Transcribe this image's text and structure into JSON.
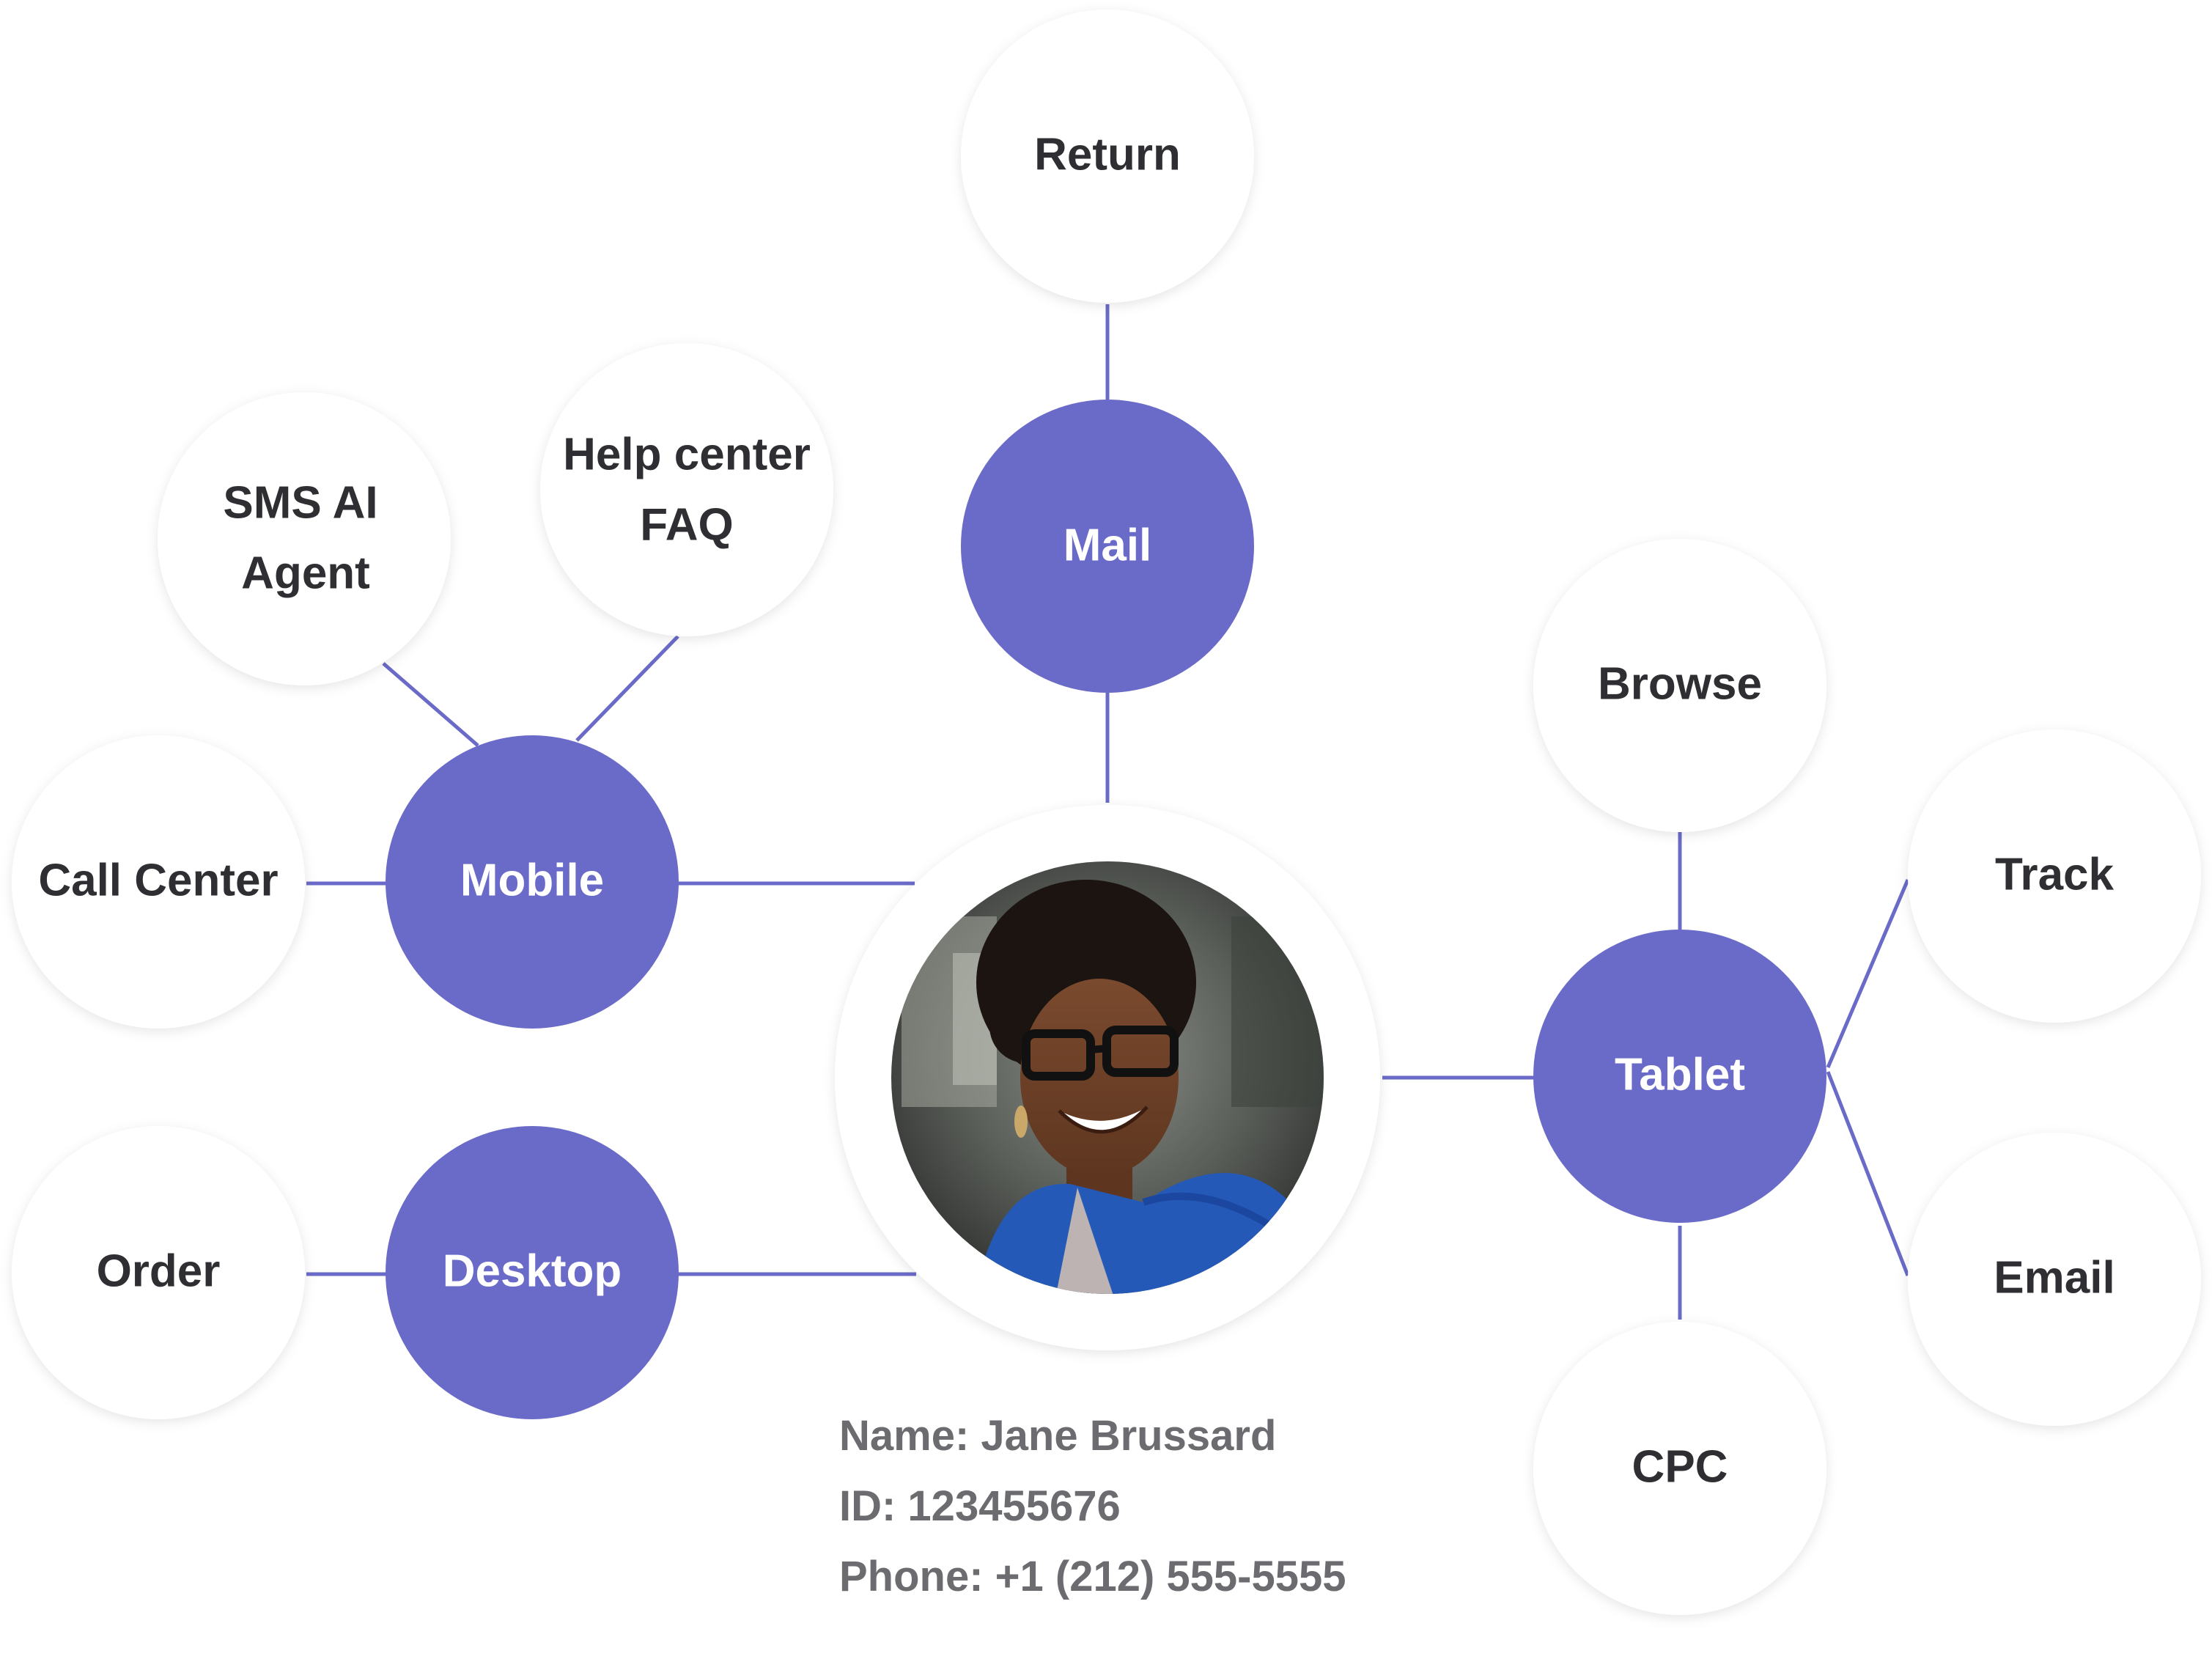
{
  "colors": {
    "accent": "#6a6bc8",
    "channel_text": "#ffffff",
    "touchpoint_text": "#2f2f33",
    "touchpoint_fill": "#ffffff",
    "info_text": "#6b6b70",
    "connector": "#6a6bc8"
  },
  "customer": {
    "photo": "smiling-woman-with-glasses-portrait",
    "name_line": "Name: Jane Brussard",
    "id_line": "ID: 123455676",
    "phone_line": "Phone: +1 (212) 555-5555"
  },
  "channels": {
    "mail": "Mail",
    "mobile": "Mobile",
    "desktop": "Desktop",
    "tablet": "Tablet"
  },
  "touchpoints": {
    "return": "Return",
    "sms_ai_agent": [
      "SMS AI",
      "Agent"
    ],
    "help_center_faq": [
      "Help center",
      "FAQ"
    ],
    "call_center": "Call Center",
    "order": "Order",
    "browse": "Browse",
    "track": "Track",
    "email": "Email",
    "cpc": "CPC"
  }
}
